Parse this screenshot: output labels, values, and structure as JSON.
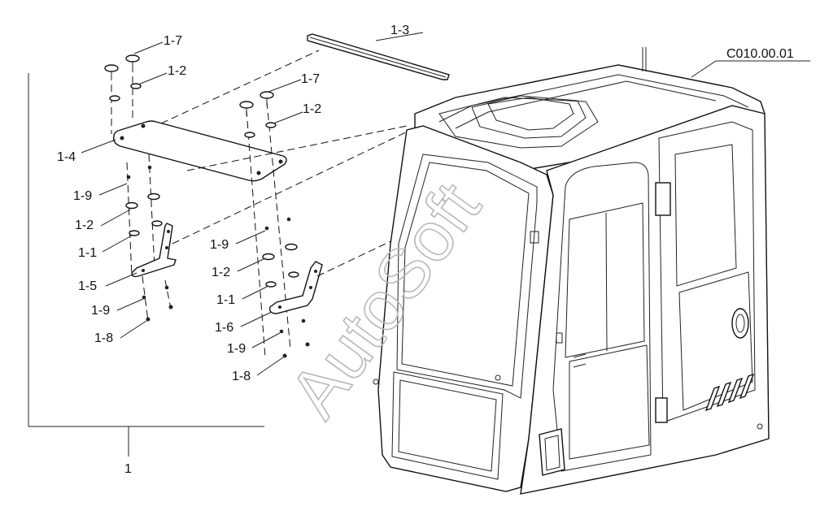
{
  "diagram": {
    "assembly_ref": "C010.00.01",
    "assembly_number": "1",
    "watermark": "AutoSoft",
    "labels": {
      "l1_7a": "1-7",
      "l1_2a": "1-2",
      "l1_3": "1-3",
      "l1_7b": "1-7",
      "l1_2b": "1-2",
      "l1_4": "1-4",
      "l1_9a": "1-9",
      "l1_2c": "1-2",
      "l1_1a": "1-1",
      "l1_5": "1-5",
      "l1_9b": "1-9",
      "l1_8a": "1-8",
      "l1_9c": "1-9",
      "l1_2d": "1-2",
      "l1_1b": "1-1",
      "l1_6": "1-6",
      "l1_9d": "1-9",
      "l1_8b": "1-8"
    }
  }
}
